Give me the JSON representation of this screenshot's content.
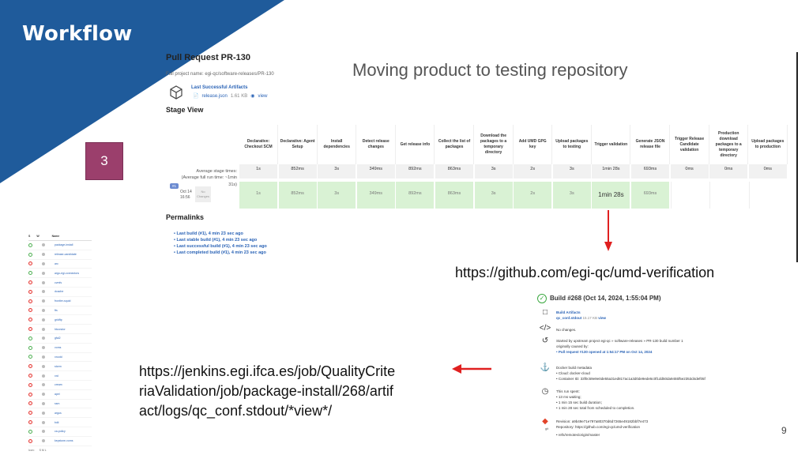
{
  "slide": {
    "title": "Workflow",
    "step": "3",
    "subtitle": "Moving product to testing repository",
    "page_number": "9",
    "github_url": "https://github.com/egi-qc/umd-verification",
    "jenkins_url": "https://jenkins.egi.ifca.es/job/QualityCriteriaValidation/job/package-install/268/artifact/logs/qc_conf.stdout/*view*/"
  },
  "pr": {
    "title": "Pull Request PR-130",
    "full_name": "Full project name: egi-qc/software-releases/PR-130",
    "artifacts_heading": "Last Successful Artifacts",
    "artifact_name": "release.json",
    "artifact_size": "1.61 KB",
    "artifact_view": "view",
    "stage_view_heading": "Stage View",
    "avg_label": "Average stage times:",
    "avg_run_label": "(Average full run time: ~1min 31s)",
    "run_tag": "#1",
    "run_date": "Oct 14",
    "run_time": "16:56",
    "run_changes": "No Changes",
    "stages": [
      {
        "name": "Declarative: Checkout SCM",
        "avg": "1s",
        "run": "1s"
      },
      {
        "name": "Declarative: Agent Setup",
        "avg": "852ms",
        "run": "852ms"
      },
      {
        "name": "Install dependencies",
        "avg": "3s",
        "run": "3s"
      },
      {
        "name": "Detect release changes",
        "avg": "349ms",
        "run": "349ms"
      },
      {
        "name": "Get release info",
        "avg": "892ms",
        "run": "892ms"
      },
      {
        "name": "Collect the list of packages",
        "avg": "863ms",
        "run": "863ms"
      },
      {
        "name": "Download the packages to a temporary directory",
        "avg": "3s",
        "run": "3s"
      },
      {
        "name": "Add UMD GPG key",
        "avg": "2s",
        "run": "2s"
      },
      {
        "name": "Upload packages to testing",
        "avg": "3s",
        "run": "3s"
      },
      {
        "name": "Trigger validation",
        "avg": "1min 28s",
        "run": "1min 28s"
      },
      {
        "name": "Generate JSON release file",
        "avg": "693ms",
        "run": "693ms"
      },
      {
        "name": "Trigger Release Candidate validation",
        "avg": "0ms",
        "run": ""
      },
      {
        "name": "Production download packages to a temporary directory",
        "avg": "0ms",
        "run": ""
      },
      {
        "name": "Upload packages to production",
        "avg": "0ms",
        "run": ""
      }
    ],
    "permalinks_heading": "Permalinks",
    "permalinks": [
      "Last build (#1), 4 min 23 sec ago",
      "Last stable build (#1), 4 min 23 sec ago",
      "Last successful build (#1), 4 min 23 sec ago",
      "Last completed build (#1), 4 min 23 sec ago"
    ]
  },
  "sidebar": {
    "col_s": "S",
    "col_w": "W",
    "col_name": "Name",
    "items": [
      {
        "status": "ok",
        "name": "package-install"
      },
      {
        "status": "ok",
        "name": "release-candidate"
      },
      {
        "status": "bad",
        "name": "arc"
      },
      {
        "status": "ok",
        "name": "argo-egi-connectors"
      },
      {
        "status": "bad",
        "name": "cvmfs"
      },
      {
        "status": "bad",
        "name": "dcache"
      },
      {
        "status": "bad",
        "name": "frontier-squid"
      },
      {
        "status": "bad",
        "name": "fts"
      },
      {
        "status": "bad",
        "name": "gridftp"
      },
      {
        "status": "bad",
        "name": "htcondor"
      },
      {
        "status": "ok",
        "name": "gfal2"
      },
      {
        "status": "ok",
        "name": "voms"
      },
      {
        "status": "ok",
        "name": "xrootd"
      },
      {
        "status": "bad",
        "name": "storm"
      },
      {
        "status": "bad",
        "name": "xrd"
      },
      {
        "status": "bad",
        "name": "cream"
      },
      {
        "status": "bad",
        "name": "apel"
      },
      {
        "status": "bad",
        "name": "ssm"
      },
      {
        "status": "bad",
        "name": "argus"
      },
      {
        "status": "bad",
        "name": "bdii"
      },
      {
        "status": "ok",
        "name": "ca-policy"
      },
      {
        "status": "bad",
        "name": "keystone-voms"
      }
    ],
    "footer_icon": "Icon:",
    "footer_sizes": "S M L"
  },
  "build": {
    "title": "Build #268 (Oct 14, 2024, 1:55:04 PM)",
    "artifacts_heading": "Build Artifacts",
    "artifact_name": "qc_conf.stdout",
    "artifact_size": "15.17 KB",
    "artifact_view": "view",
    "no_changes": "No changes.",
    "started_by": "Started by upstream project egi-qc » software-releases » PR-130 build number 1",
    "caused_by": "originally caused by:",
    "pull_request": "Pull request #130 opened at 1:54:17 PM on Oct 14, 2024",
    "docker_heading": "Docker build metadata",
    "cloud": "Cloud: docker-cloud",
    "container": "Container ID: 33f0c59e9e0de55a31ed817ac1a3d0de9ede5c0f1dd50da9455f5e2353d4def05f",
    "queue_heading": "This run spent:",
    "queue_items": [
      "13 ms waiting;",
      "1 min 15 sec build duration;",
      "1 min 28 sec total from scheduled to completion."
    ],
    "revision": "Revision: a9b49e71e797a80370d6d7265e49182bbf7e473",
    "repository": "Repository: https://github.com/egi-qc/umd-verification",
    "git_label": "git",
    "branch": "refs/remotes/origin/master"
  },
  "colors": {
    "banner": "#1f5b9b",
    "badge": "#9b3f6c",
    "arrow": "#e02020",
    "stage_success": "#d9f2d4"
  }
}
